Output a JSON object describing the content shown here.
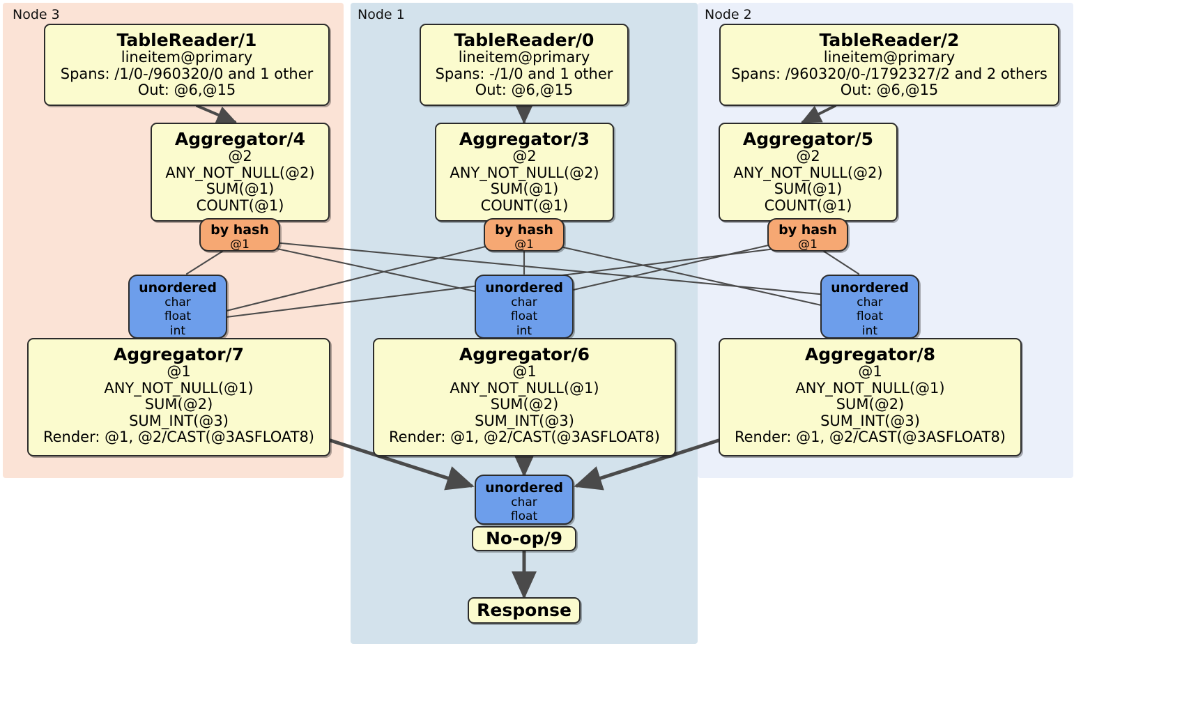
{
  "diagram": {
    "kind": "distributed-query-plan",
    "title": "",
    "colors": {
      "processor_fill": "#fbfbce",
      "router_fill": "#f6a873",
      "sync_fill": "#6d9eeb",
      "node3_panel": "#fbe3d6",
      "node1_panel": "#d3e2ec",
      "node2_panel": "#ebf0fa",
      "edge_stroke": "#4a4a4a",
      "border": "#2b2b2b"
    },
    "panels": [
      {
        "id": "node3",
        "label": "Node 3"
      },
      {
        "id": "node1",
        "label": "Node 1"
      },
      {
        "id": "node2",
        "label": "Node 2"
      }
    ],
    "processors": {
      "tablereader_1": {
        "title": "TableReader/1",
        "lines": [
          "lineitem@primary",
          "Spans: /1/0-/960320/0 and 1 other",
          "Out: @6,@15"
        ]
      },
      "tablereader_0": {
        "title": "TableReader/0",
        "lines": [
          "lineitem@primary",
          "Spans: -/1/0 and 1 other",
          "Out: @6,@15"
        ]
      },
      "tablereader_2": {
        "title": "TableReader/2",
        "lines": [
          "lineitem@primary",
          "Spans: /960320/0-/1792327/2 and 2 others",
          "Out: @6,@15"
        ]
      },
      "aggregator_4": {
        "title": "Aggregator/4",
        "lines": [
          "@2",
          "ANY_NOT_NULL(@2)",
          "SUM(@1)",
          "COUNT(@1)"
        ]
      },
      "aggregator_3": {
        "title": "Aggregator/3",
        "lines": [
          "@2",
          "ANY_NOT_NULL(@2)",
          "SUM(@1)",
          "COUNT(@1)"
        ]
      },
      "aggregator_5": {
        "title": "Aggregator/5",
        "lines": [
          "@2",
          "ANY_NOT_NULL(@2)",
          "SUM(@1)",
          "COUNT(@1)"
        ]
      },
      "aggregator_7": {
        "title": "Aggregator/7",
        "lines": [
          "@1",
          "ANY_NOT_NULL(@1)",
          "SUM(@2)",
          "SUM_INT(@3)",
          "Render: @1, @2/CAST(@3ASFLOAT8)"
        ]
      },
      "aggregator_6": {
        "title": "Aggregator/6",
        "lines": [
          "@1",
          "ANY_NOT_NULL(@1)",
          "SUM(@2)",
          "SUM_INT(@3)",
          "Render: @1, @2/CAST(@3ASFLOAT8)"
        ]
      },
      "aggregator_8": {
        "title": "Aggregator/8",
        "lines": [
          "@1",
          "ANY_NOT_NULL(@1)",
          "SUM(@2)",
          "SUM_INT(@3)",
          "Render: @1, @2/CAST(@3ASFLOAT8)"
        ]
      },
      "noop_9": {
        "title": "No-op/9",
        "lines": []
      },
      "response": {
        "title": "Response",
        "lines": []
      }
    },
    "routers": {
      "byhash_4": {
        "title": "by hash",
        "lines": [
          "@1"
        ]
      },
      "byhash_3": {
        "title": "by hash",
        "lines": [
          "@1"
        ]
      },
      "byhash_5": {
        "title": "by hash",
        "lines": [
          "@1"
        ]
      }
    },
    "synchronizers": {
      "unordered_7": {
        "title": "unordered",
        "lines": [
          "char",
          "float",
          "int"
        ]
      },
      "unordered_6": {
        "title": "unordered",
        "lines": [
          "char",
          "float",
          "int"
        ]
      },
      "unordered_8": {
        "title": "unordered",
        "lines": [
          "char",
          "float",
          "int"
        ]
      },
      "unordered_final": {
        "title": "unordered",
        "lines": [
          "char",
          "float"
        ]
      }
    }
  }
}
